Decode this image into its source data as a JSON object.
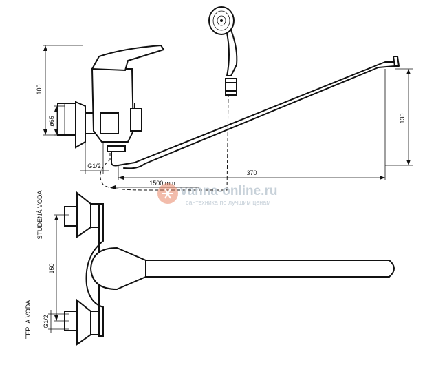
{
  "dimensions": {
    "height_100": "100",
    "dia_65": "ø65",
    "thread_top": "G1/2",
    "hose_length": "1500 mm",
    "spout_length": "370",
    "spout_height": "130",
    "centers": "150",
    "thread_bottom": "G1/2"
  },
  "labels": {
    "cold_water": "STUDENÁ VODA",
    "hot_water": "TEPLÁ VODA"
  },
  "watermark": {
    "name": "vanna-online.ru",
    "tagline": "сантехника по лучшим ценам",
    "accent_color": "#e5805f",
    "text_color": "#c5cfd8"
  }
}
